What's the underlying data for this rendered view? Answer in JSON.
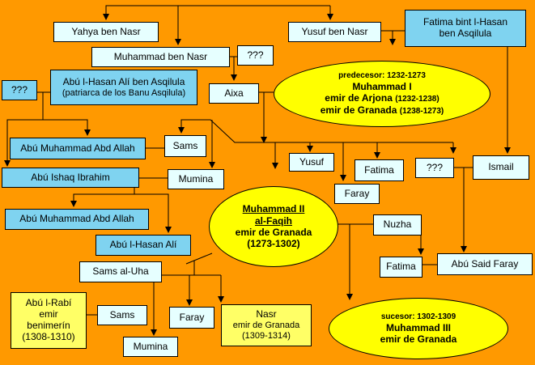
{
  "colors": {
    "background": "#FF9900",
    "light_box": "#E6FFFF",
    "dark_box": "#7FD3F0",
    "highlight": "#FFFF00",
    "pale_yellow": "#FFFF66",
    "line": "#000000"
  },
  "nodes": {
    "yahya": "Yahya ben Nasr",
    "yusuf_nasr": "Yusuf ben Nasr",
    "fatima_hasan": [
      "Fatima bint l-Hasan",
      "ben Asqilula"
    ],
    "muhammad_nasr": "Muhammad ben  Nasr",
    "unknown_1": "???",
    "unknown_2": "???",
    "unknown_3": "???",
    "abul_hasan_ali": [
      "Abú l-Hasan Alí ben Asqilula",
      "(patriarca de los Banu Asqilula)"
    ],
    "aixa": "Aixa",
    "sams_1": "Sams",
    "abu_muhammad_1": "Abú Muhammad Abd Allah",
    "abu_ishaq": "Abú Ishaq Ibrahim",
    "mumina_1": "Mumina",
    "yusuf": "Yusuf",
    "fatima_1": "Fatima",
    "faray_1": "Faray",
    "ismail": "Ismail",
    "abu_muhammad_2": "Abú Muhammad Abd Allah",
    "abul_hasan_2": "Abú l-Hasan Alí",
    "nuzha": "Nuzha",
    "fatima_2": "Fatima",
    "abu_said": "Abú Said Faray",
    "sams_uha": "Sams al-Uha",
    "abul_rabi": [
      "Abú l-Rabí",
      "emir",
      "benimerín",
      "(1308-1310)"
    ],
    "sams_2": "Sams",
    "faray_2": "Faray",
    "nasr": [
      "Nasr",
      "emir de Granada",
      "(1309-1314)"
    ],
    "mumina_2": "Mumina"
  },
  "muhammad_1": {
    "pre": "predecesor: 1232-1273",
    "name": "Muhammad I",
    "l1_main": "emir de Arjona ",
    "l1_dates": "(1232-1238)",
    "l2_main": "emir de Granada ",
    "l2_dates": "(1238-1273)"
  },
  "muhammad_2": {
    "l1": "Muhammad II",
    "l2": "al-Faqih",
    "l3": "emir de Granada",
    "l4": "(1273-1302)"
  },
  "muhammad_3": {
    "pre": "sucesor: 1302-1309",
    "name": "Muhammad III",
    "title": "emir de Granada"
  }
}
